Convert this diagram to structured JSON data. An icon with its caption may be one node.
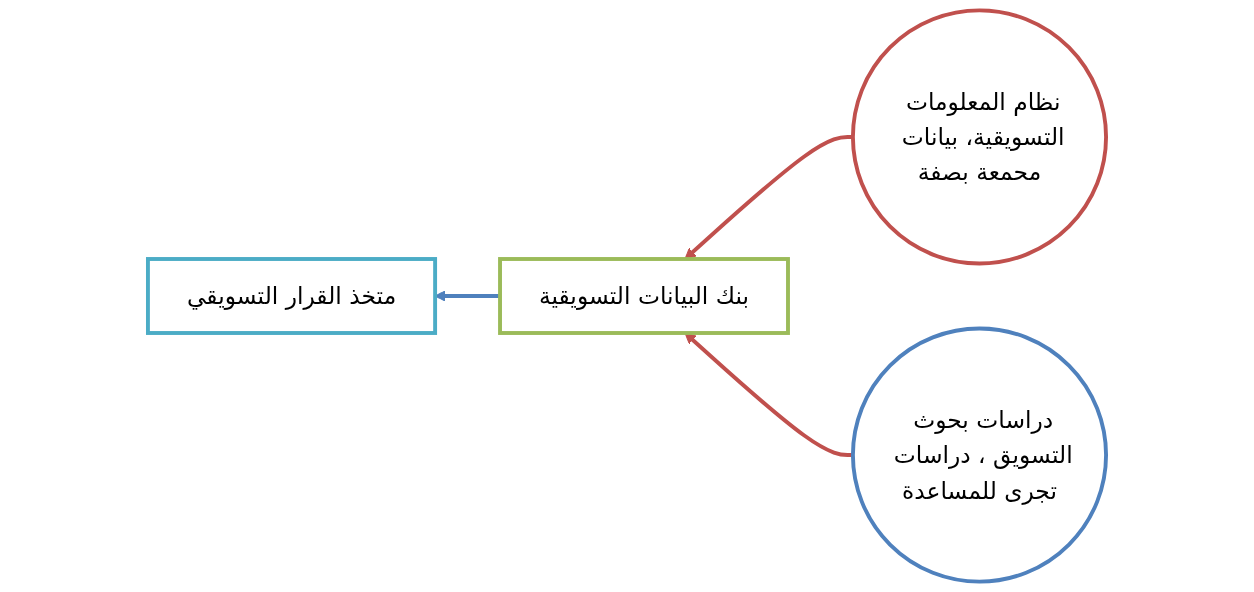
{
  "diagram": {
    "nodes": [
      {
        "text": [
          "نظام المعلومات التسويقية، بيانات محمعة بصفة"
        ]
      },
      {
        "text": [
          "دراسات بحوث التسويق ، دراسات تجرى للمساعدة"
        ]
      },
      {
        "text": [
          "بنك البيانات التسويقية"
        ]
      },
      {
        "text": [
          "متخذ القرار التسويقي"
        ]
      }
    ],
    "edges": [
      {
        "from": 0,
        "to": 2,
        "arrow": "to",
        "color": "#c0504d"
      },
      {
        "from": 1,
        "to": 2,
        "arrow": "to",
        "color": "#c0504d"
      },
      {
        "from": 2,
        "to": 3,
        "arrow": "to",
        "color": "#4f81bd"
      }
    ]
  }
}
